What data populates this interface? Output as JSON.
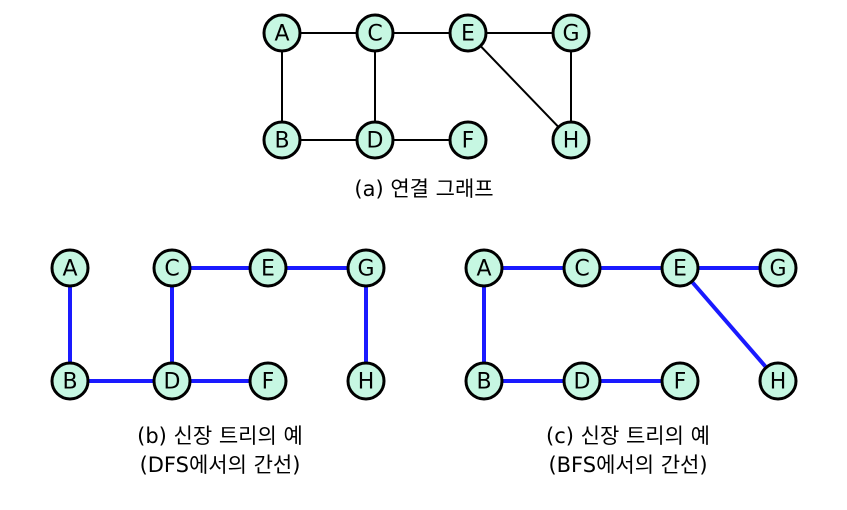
{
  "colors": {
    "node_fill": "#c6f7e2",
    "node_stroke": "#000000",
    "graph_edge": "#000000",
    "tree_edge": "#1a1aff"
  },
  "graphs": [
    {
      "id": "a",
      "caption_lines": [
        "(a) 연결 그래프"
      ],
      "edge_style": "black",
      "nodes": [
        "A",
        "B",
        "C",
        "D",
        "E",
        "F",
        "G",
        "H"
      ],
      "edges": [
        [
          "A",
          "C"
        ],
        [
          "A",
          "B"
        ],
        [
          "C",
          "E"
        ],
        [
          "C",
          "D"
        ],
        [
          "B",
          "D"
        ],
        [
          "D",
          "F"
        ],
        [
          "E",
          "G"
        ],
        [
          "E",
          "H"
        ],
        [
          "G",
          "H"
        ]
      ]
    },
    {
      "id": "b",
      "caption_lines": [
        "(b) 신장 트리의 예",
        "(DFS에서의 간선)"
      ],
      "edge_style": "blue",
      "nodes": [
        "A",
        "B",
        "C",
        "D",
        "E",
        "F",
        "G",
        "H"
      ],
      "edges": [
        [
          "A",
          "B"
        ],
        [
          "B",
          "D"
        ],
        [
          "D",
          "C"
        ],
        [
          "D",
          "F"
        ],
        [
          "C",
          "E"
        ],
        [
          "E",
          "G"
        ],
        [
          "G",
          "H"
        ]
      ]
    },
    {
      "id": "c",
      "caption_lines": [
        "(c) 신장 트리의 예",
        "(BFS에서의 간선)"
      ],
      "edge_style": "blue",
      "nodes": [
        "A",
        "B",
        "C",
        "D",
        "E",
        "F",
        "G",
        "H"
      ],
      "edges": [
        [
          "A",
          "C"
        ],
        [
          "A",
          "B"
        ],
        [
          "C",
          "E"
        ],
        [
          "B",
          "D"
        ],
        [
          "D",
          "F"
        ],
        [
          "E",
          "G"
        ],
        [
          "E",
          "H"
        ]
      ]
    }
  ]
}
